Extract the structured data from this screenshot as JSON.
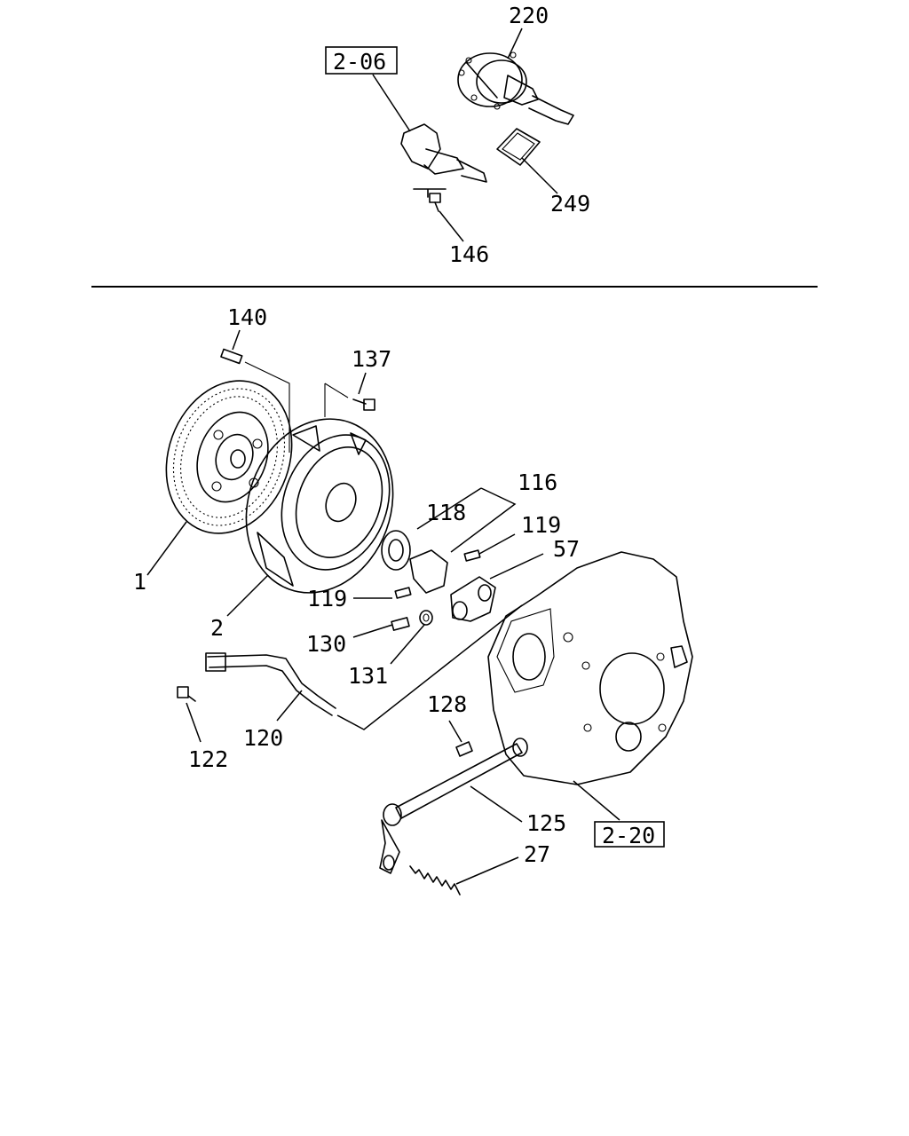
{
  "refs": {
    "ref_2_06": "2-06",
    "ref_2_20": "2-20"
  },
  "labels": {
    "l220": "220",
    "l249": "249",
    "l146": "146",
    "l140": "140",
    "l137": "137",
    "l116": "116",
    "l118": "118",
    "l119a": "119",
    "l57": "57",
    "l1": "1",
    "l2": "2",
    "l119b": "119",
    "l130": "130",
    "l131": "131",
    "l128": "128",
    "l120": "120",
    "l122": "122",
    "l125": "125",
    "l27": "27"
  }
}
